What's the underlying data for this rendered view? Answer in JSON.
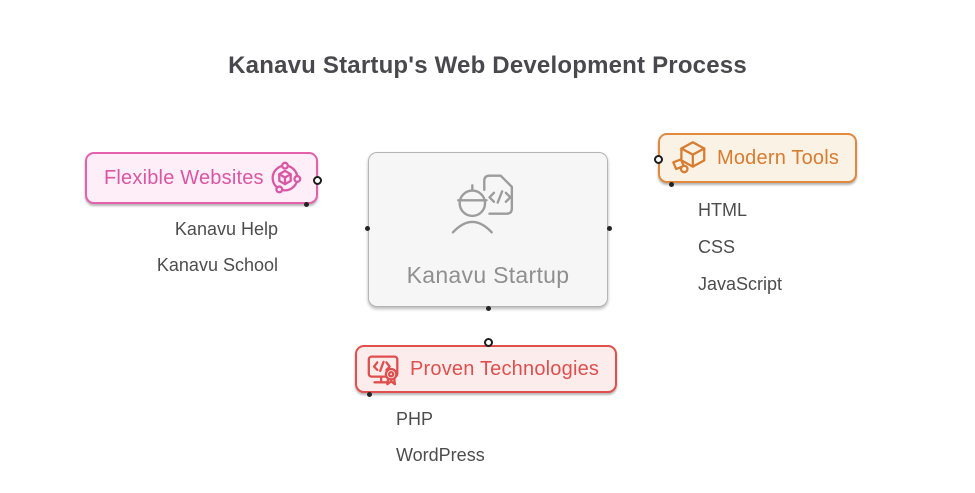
{
  "title": "Kanavu Startup's Web Development Process",
  "colors": {
    "pink_border": "#e561ae",
    "pink_bg": "#fdeef7",
    "pink_text": "#db56a3",
    "orange_border": "#df8a3e",
    "orange_bg": "#fbf2e6",
    "orange_text": "#d87c2f",
    "red_border": "#e2504e",
    "red_bg": "#fcedec",
    "red_text": "#df4f4d",
    "center_border": "#b5b5b5",
    "center_bg": "#f6f6f6",
    "center_text": "#8f8f8f",
    "child_text": "#4d4d4d",
    "title_text": "#49494d"
  },
  "center": {
    "label": "Kanavu Startup",
    "icon": "developer-code-document-icon"
  },
  "branches": [
    {
      "label": "Flexible Websites",
      "icon": "orbit-cube-icon",
      "children": [
        "Kanavu Help",
        "Kanavu School"
      ]
    },
    {
      "label": "Modern Tools",
      "icon": "package-3d-icon",
      "children": [
        "HTML",
        "CSS",
        "JavaScript"
      ]
    },
    {
      "label": "Proven Technologies",
      "icon": "monitor-code-award-icon",
      "children": [
        "PHP",
        "WordPress"
      ]
    }
  ]
}
